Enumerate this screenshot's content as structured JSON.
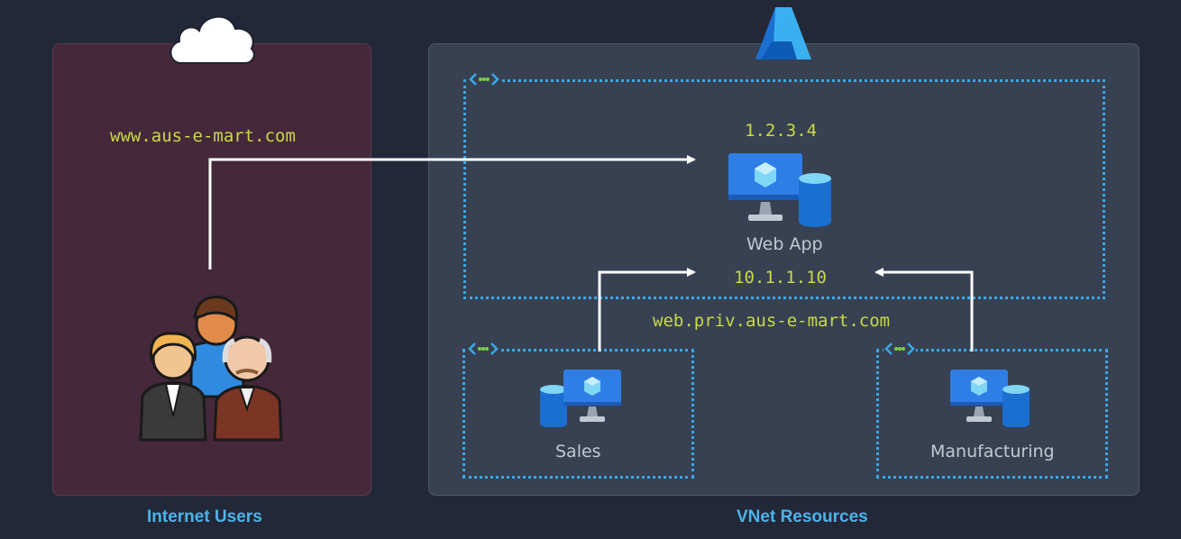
{
  "internet": {
    "domain": "www.aus-e-mart.com",
    "caption": "Internet Users"
  },
  "vnet": {
    "caption": "VNet Resources",
    "public_ip": "1.2.3.4",
    "private_ip": "10.1.1.10",
    "private_domain": "web.priv.aus-e-mart.com",
    "webapp_label": "Web App",
    "sales_label": "Sales",
    "manufacturing_label": "Manufacturing"
  },
  "colors": {
    "accent": "#4cb3ea",
    "ip_text": "#c9d94a",
    "dotted_border": "#3aa8e6",
    "arrow": "#ffffff"
  },
  "icons": [
    "cloud-icon",
    "azure-logo",
    "users-icon",
    "vnet-icon",
    "vm-database-icon"
  ]
}
